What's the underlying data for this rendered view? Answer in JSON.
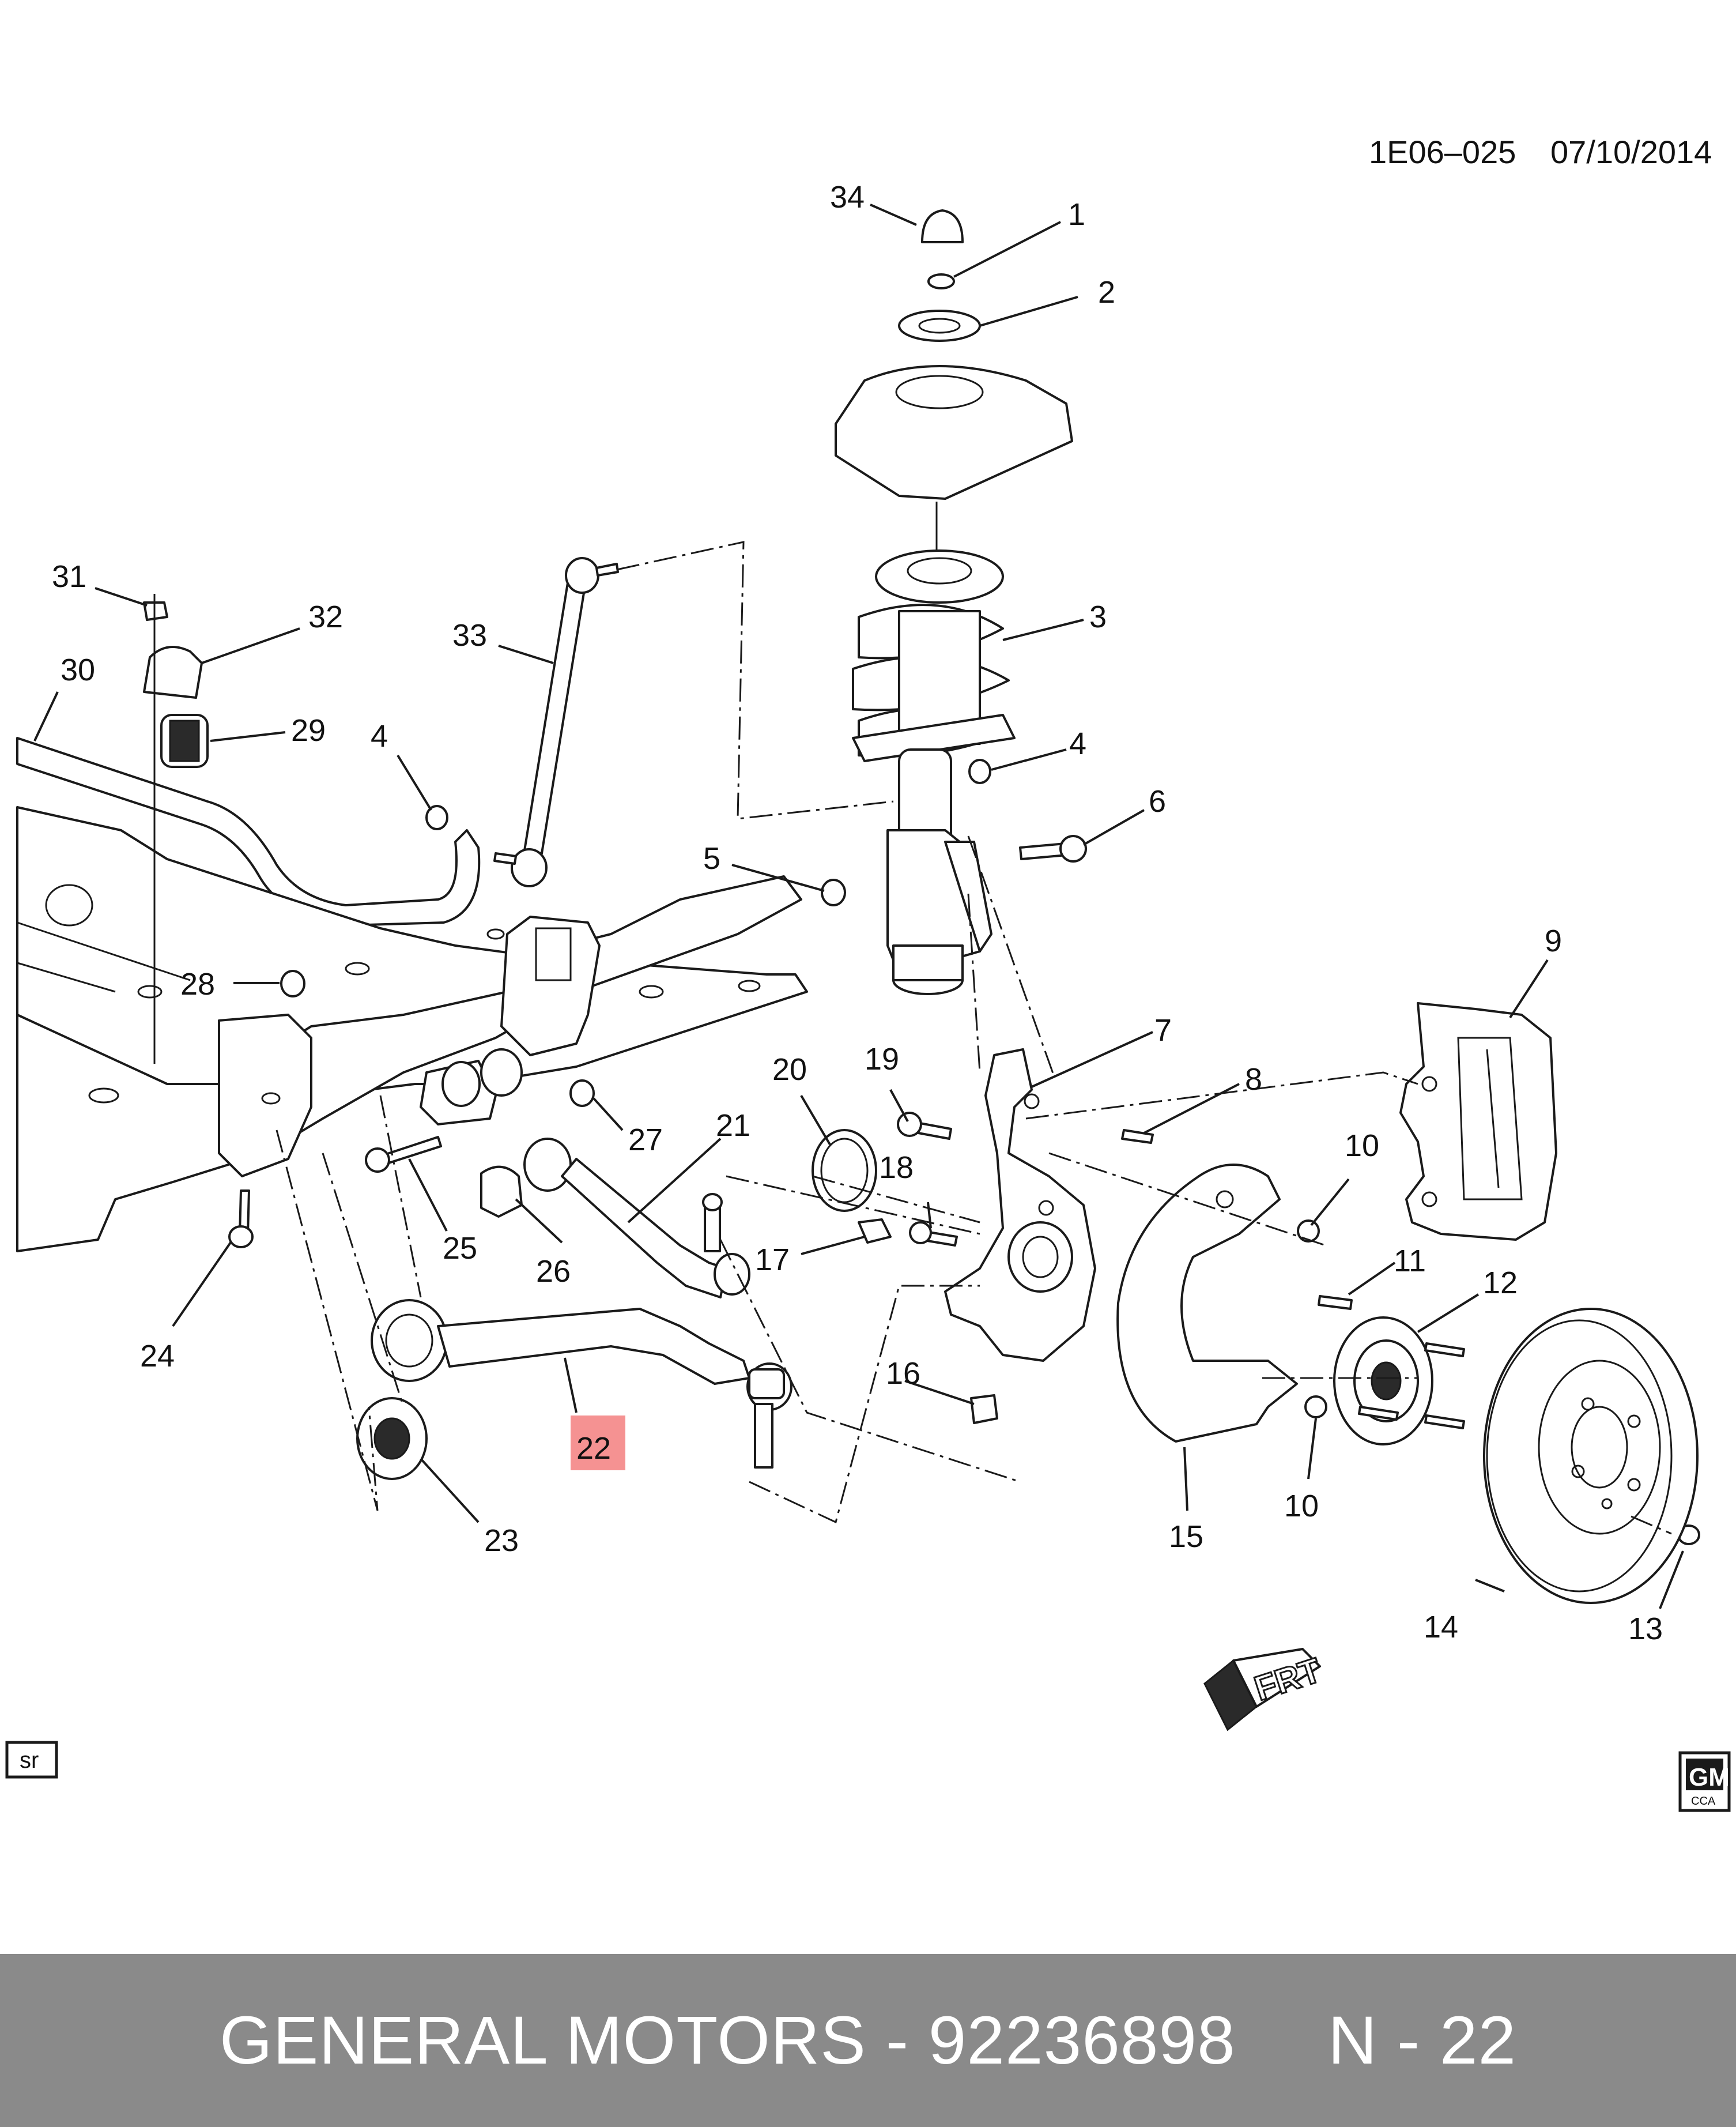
{
  "header": {
    "code": "1E06–025",
    "date": "07/10/2014"
  },
  "callouts": [
    "1",
    "2",
    "3",
    "4",
    "5",
    "6",
    "7",
    "8",
    "9",
    "10",
    "11",
    "12",
    "13",
    "14",
    "15",
    "16",
    "17",
    "18",
    "19",
    "20",
    "21",
    "22",
    "23",
    "24",
    "25",
    "26",
    "27",
    "28",
    "29",
    "30",
    "31",
    "32",
    "33",
    "34",
    "4",
    "10"
  ],
  "highlighted_part": "22",
  "highlight_color": "#f26d6d",
  "badge_left": "sr",
  "logo": {
    "mark": "GM",
    "sub": "CCA"
  },
  "front_indicator": "FRT",
  "footer": {
    "brand_part": "GENERAL MOTORS - 92236898",
    "page": "N - 22",
    "background": "#8a8a8a"
  }
}
